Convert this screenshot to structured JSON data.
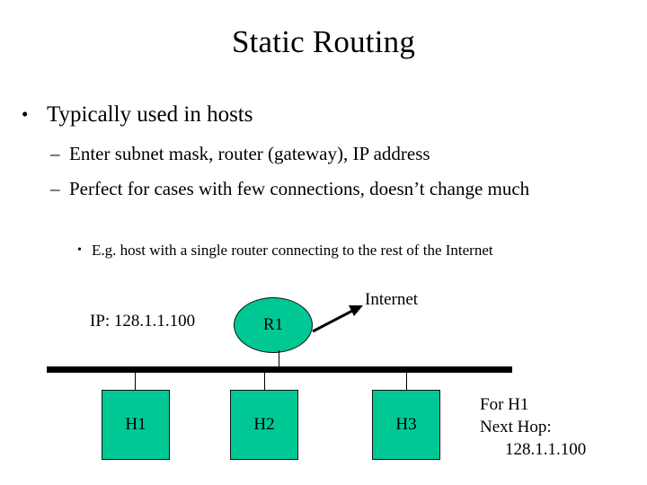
{
  "slide": {
    "title": "Static Routing",
    "bullets": [
      {
        "level": 1,
        "marker": "•",
        "text": "Typically used in hosts"
      },
      {
        "level": 2,
        "marker": "–",
        "text": "Enter subnet mask, router (gateway), IP address"
      },
      {
        "level": 2,
        "marker": "–",
        "text": "Perfect for cases with few connections, doesn’t change much"
      },
      {
        "level": 3,
        "marker": "•",
        "text": "E.g. host with a single router connecting to the rest of the Internet"
      }
    ]
  },
  "diagram": {
    "ip_label": "IP: 128.1.1.100",
    "internet_label": "Internet",
    "router": {
      "label": "R1",
      "shape": "ellipse",
      "fill": "#00C894",
      "stroke": "#111111"
    },
    "bus": {
      "name": "ethernet-bus",
      "color": "#000000"
    },
    "hosts": [
      {
        "label": "H1",
        "fill": "#00C894",
        "stroke": "#111111"
      },
      {
        "label": "H2",
        "fill": "#00C894",
        "stroke": "#111111"
      },
      {
        "label": "H3",
        "fill": "#00C894",
        "stroke": "#111111"
      }
    ],
    "arrow": {
      "name": "internet-arrow",
      "color": "#000000"
    },
    "note": {
      "line1": "For H1",
      "line2": "Next Hop:",
      "line3": "128.1.1.100"
    }
  },
  "colors": {
    "background": "#FFFFFF",
    "text": "#000000",
    "node_fill": "#00C894",
    "node_stroke": "#111111"
  }
}
